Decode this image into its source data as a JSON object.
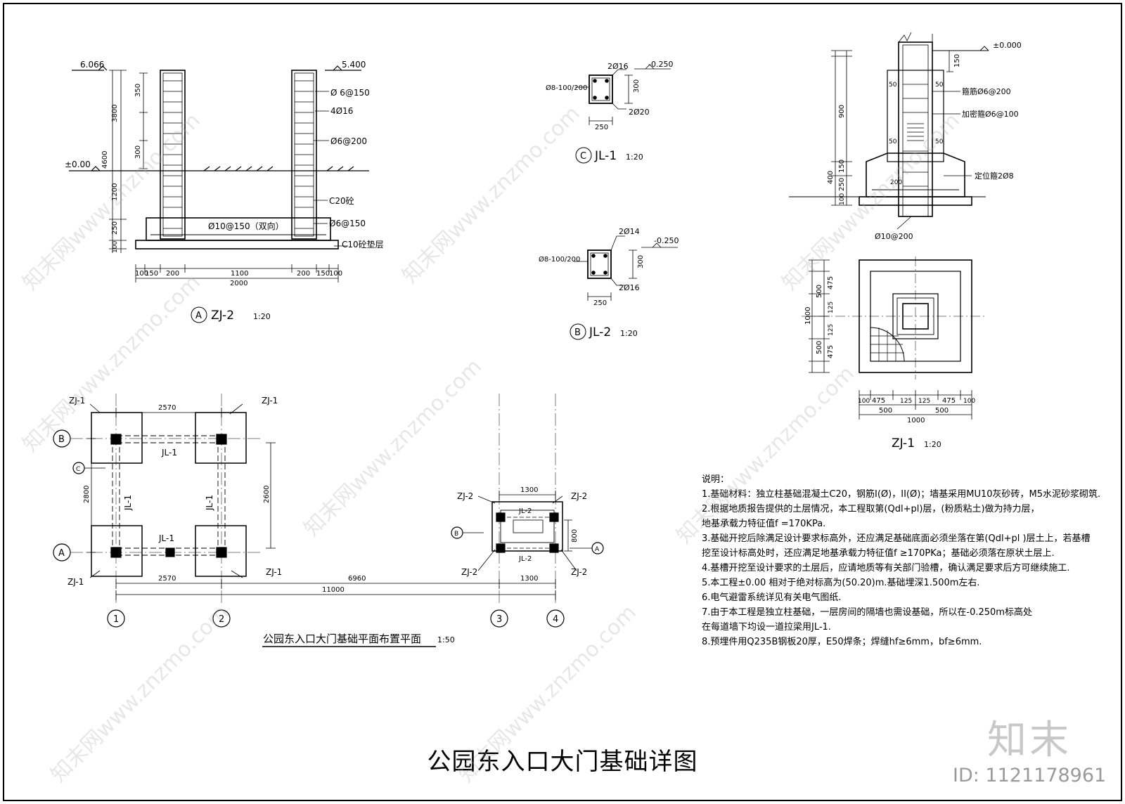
{
  "title": "公园东入口大门基础详图",
  "plan": {
    "title": "公园东入口大门基础平面布置平面",
    "scale": "1:50",
    "axes": [
      "1",
      "2",
      "3",
      "4"
    ],
    "grid_rows": [
      "A",
      "B"
    ],
    "footing_label": "ZJ-1",
    "footing2_label": "ZJ-2",
    "beam1": "JL-1",
    "beam2": "JL-2",
    "section_marks": [
      "A",
      "B",
      "C"
    ],
    "dims": {
      "d2570": "2570",
      "d6960": "6960",
      "d1300": "1300",
      "d11000": "11000",
      "d2800": "2800",
      "d2600": "2600",
      "d800": "800"
    }
  },
  "zj2": {
    "mark": "A",
    "label": "ZJ-2",
    "scale": "1:20",
    "elev_left": "6.066",
    "elev_right": "5.400",
    "elev_zero": "±0.00",
    "notes": [
      "Ø 6@150",
      "4Ø16",
      "Ø6@200",
      "C20砼",
      "Ø10@150（双向）",
      "Ø6@150",
      "C10砼垫层"
    ],
    "vdims": [
      "3800",
      "4600",
      "1200",
      "250",
      "100",
      "350",
      "300"
    ],
    "hdims": [
      "100",
      "150",
      "200",
      "1100",
      "200",
      "150",
      "100",
      "2000"
    ]
  },
  "jl1": {
    "mark": "C",
    "label": "JL-1",
    "scale": "1:20",
    "top": "2Ø16",
    "bottom": "2Ø20",
    "stirrup": "Ø8-100/200",
    "height": "300",
    "width": "250",
    "elev": "-0.250"
  },
  "jl2": {
    "mark": "B",
    "label": "JL-2",
    "scale": "1:20",
    "top": "2Ø14",
    "bottom": "2Ø16",
    "stirrup": "Ø8-100/200",
    "height": "300",
    "width": "250",
    "elev": "-0.250"
  },
  "zj1": {
    "label": "ZJ-1",
    "scale": "1:20",
    "elev": "±0.000",
    "notes": [
      "箍筋Ø6@200",
      "加密箍Ø6@100",
      "定位箍2Ø8",
      "Ø10@200"
    ],
    "sec_vdims": [
      "150",
      "900",
      "400",
      "150",
      "250",
      "100"
    ],
    "sec_hdims": [
      "50",
      "50",
      "50",
      "50",
      "200"
    ],
    "plan_vdims": [
      "1000",
      "500",
      "475",
      "125",
      "125",
      "500",
      "475"
    ],
    "plan_hdims": [
      "100",
      "475",
      "125",
      "125",
      "475",
      "100",
      "500",
      "500",
      "1000"
    ]
  },
  "notes": {
    "title": "说明：",
    "items": [
      "1.基础材料：独立柱基础混凝土C20，钢筋I(Ø)，II(Ø)；墙基采用MU10灰砂砖，M5水泥砂浆砌筑.",
      "2.根据地质报告提供的土层情况，本工程取第(Qdl+pl)层，(粉质粘土)做为持力层，",
      "   地基承载力特征值f =170KPa.",
      "3.基础开挖后除满足设计要求标高外，还应满足基础底面必须坐落在第(Qdl+pl )层土上，若基槽",
      "   挖至设计标高处时，还应满足地基承载力特征值f ≥170PKa；基础必须落在原状土层上.",
      "4.基槽开挖至设计要求的土层后，应请地质等有关部门验槽，确认满足要求后方可继续施工.",
      "5.本工程±0.00 相对于绝对标高为(50.20)m.基础埋深1.500m左右.",
      "6.电气避雷系统详见有关电气图纸.",
      "7.由于本工程是独立柱基础，一层房间的隔墙也需设基础，所以在-0.250m标高处",
      "   在每道墙下均设一道拉梁用JL-1.",
      "8.预埋件用Q235B钢板20厚，E50焊条；焊缝hf≥6mm，bf≥6mm."
    ]
  },
  "watermark": {
    "logo": "知末",
    "id": "ID: 1121178961",
    "diag": "知末网www.znzmo.com"
  },
  "colors": {
    "line": "#000000",
    "watermark": "#aaaaaa"
  }
}
